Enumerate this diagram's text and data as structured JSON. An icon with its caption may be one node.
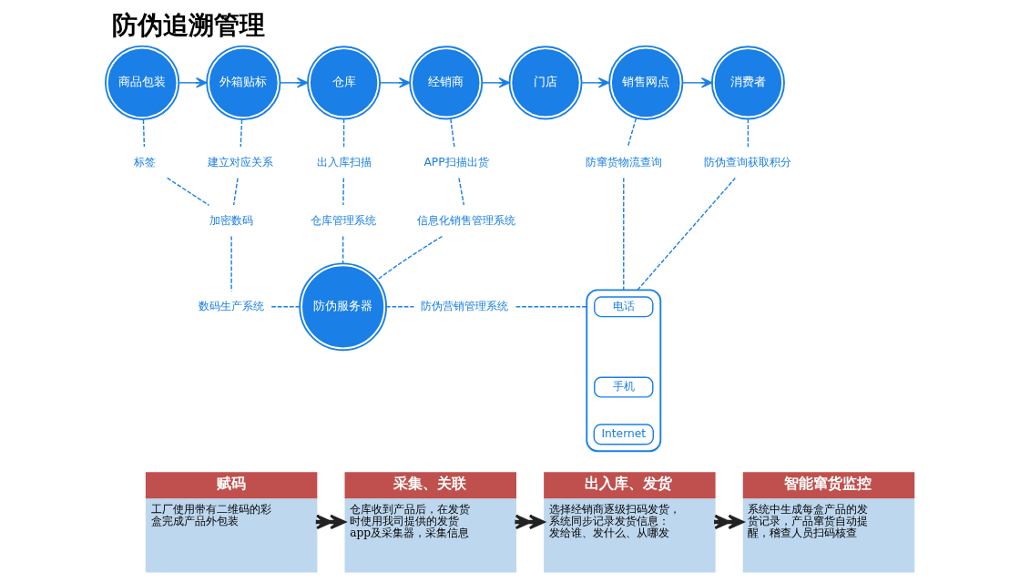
{
  "diagram": {
    "title": "防伪追溯管理",
    "nodes": [
      {
        "text": [
          "商品包装"
        ]
      },
      {
        "text": [
          "外箱贴标"
        ]
      },
      {
        "text": [
          "仓库"
        ]
      },
      {
        "text": [
          "经销商"
        ]
      },
      {
        "text": [
          "门店"
        ]
      },
      {
        "text": [
          "销售网点"
        ]
      },
      {
        "text": [
          "消费者"
        ]
      },
      {
        "text": [
          "标签"
        ]
      },
      {
        "text": [
          "建立对应关系"
        ]
      },
      {
        "text": [
          "出入库扫描"
        ]
      },
      {
        "text": [
          "APP扫描出货"
        ]
      },
      {
        "text": [
          "防窜货物流查询"
        ]
      },
      {
        "text": [
          "防伪查询获取积分"
        ]
      },
      {
        "text": [
          "加密数码"
        ]
      },
      {
        "text": [
          "仓库管理系统"
        ]
      },
      {
        "text": [
          "信息化销售管理系统"
        ]
      },
      {
        "text": [
          "数码生产系统"
        ]
      },
      {
        "text": [
          "防伪服务器"
        ]
      },
      {
        "text": [
          "防伪营销管理系统"
        ]
      },
      {
        "text": [],
        "shape": "brace"
      },
      {
        "text": [
          "电话"
        ],
        "in": 19
      },
      {
        "text": [
          "手机"
        ],
        "in": 19
      },
      {
        "text": [
          "Internet"
        ],
        "in": 19
      },
      {
        "text": [
          "赋码",
          "工厂使用带有二维码的彩盒完成产品外包装"
        ]
      },
      {
        "text": [
          "采集、关联",
          "仓库收到产品后，在发货时使用我司提供的发货app及采集器，采集信息"
        ]
      },
      {
        "text": [
          "出入库、发货",
          "选择经销商逐级扫码发货，系统同步记录发货信息：发给谁、发什么、从哪发"
        ]
      },
      {
        "text": [
          "智能窜货监控",
          "系统中生成每盒产品的发货记录，产品窜货自动提醒，稽查人员扫码核查"
        ]
      }
    ],
    "edges": [
      {
        "from": 0,
        "to": 1,
        "arrow": "to"
      },
      {
        "from": 1,
        "to": 2,
        "arrow": "to"
      },
      {
        "from": 2,
        "to": 3,
        "arrow": "to"
      },
      {
        "from": 3,
        "to": 4,
        "arrow": "to"
      },
      {
        "from": 4,
        "to": 5,
        "arrow": "to"
      },
      {
        "from": 5,
        "to": 6,
        "arrow": "to"
      },
      {
        "from": 0,
        "to": 7,
        "arrow": "none",
        "style": "dashed"
      },
      {
        "from": 1,
        "to": 8,
        "arrow": "none",
        "style": "dashed"
      },
      {
        "from": 2,
        "to": 9,
        "arrow": "none",
        "style": "dashed"
      },
      {
        "from": 3,
        "to": 10,
        "arrow": "none",
        "style": "dashed"
      },
      {
        "from": 5,
        "to": 11,
        "arrow": "none",
        "style": "dashed"
      },
      {
        "from": 6,
        "to": 12,
        "arrow": "none",
        "style": "dashed"
      },
      {
        "from": 7,
        "to": 13,
        "arrow": "none",
        "style": "dashed"
      },
      {
        "from": 8,
        "to": 13,
        "arrow": "none",
        "style": "dashed"
      },
      {
        "from": 9,
        "to": 14,
        "arrow": "none",
        "style": "dashed"
      },
      {
        "from": 10,
        "to": 15,
        "arrow": "none",
        "style": "dashed"
      },
      {
        "from": 13,
        "to": 16,
        "arrow": "none",
        "style": "dashed"
      },
      {
        "from": 16,
        "to": 17,
        "arrow": "none",
        "style": "dashed"
      },
      {
        "from": 14,
        "to": 17,
        "arrow": "none",
        "style": "dashed"
      },
      {
        "from": 15,
        "to": 17,
        "arrow": "none",
        "style": "dashed"
      },
      {
        "from": 17,
        "to": 18,
        "arrow": "none",
        "style": "dashed"
      },
      {
        "from": 18,
        "to": 19,
        "arrow": "none",
        "style": "dashed"
      },
      {
        "from": 11,
        "to": 19,
        "arrow": "none",
        "style": "dashed"
      },
      {
        "from": 12,
        "to": 19,
        "arrow": "none",
        "style": "dashed"
      },
      {
        "from": 23,
        "to": 24,
        "arrow": "to",
        "style": "thick",
        "color": "#222222"
      },
      {
        "from": 24,
        "to": 25,
        "arrow": "to",
        "style": "thick",
        "color": "#222222"
      },
      {
        "from": 25,
        "to": 26,
        "arrow": "to",
        "style": "thick",
        "color": "#222222"
      }
    ]
  }
}
